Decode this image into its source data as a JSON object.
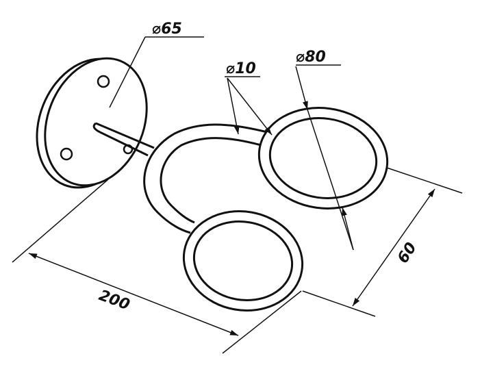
{
  "dimensions": {
    "plate_diameter": "⌀65",
    "rod_diameter": "⌀10",
    "ring_diameter": "⌀80",
    "length": "200",
    "ring_offset": "60"
  },
  "colors": {
    "line": "#111111",
    "background": "#ffffff"
  }
}
